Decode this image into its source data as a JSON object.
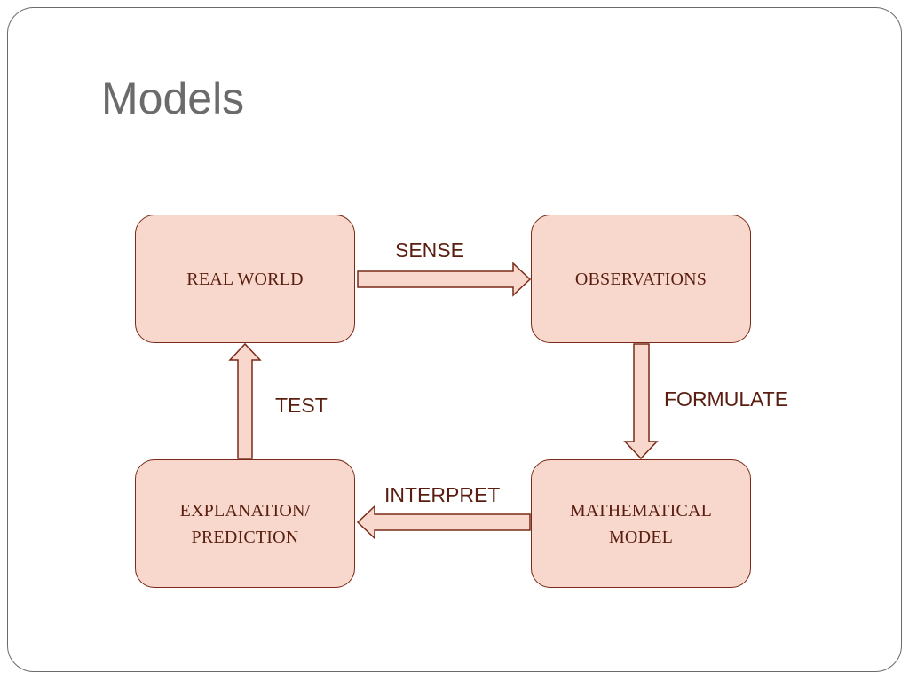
{
  "slide": {
    "title": "Models"
  },
  "diagram": {
    "nodes": {
      "real_world": "REAL WORLD",
      "observations": "OBSERVATIONS",
      "explanation": "EXPLANATION/\nPREDICTION",
      "mathematical_model": "MATHEMATICAL\nMODEL"
    },
    "edges": {
      "sense": "SENSE",
      "formulate": "FORMULATE",
      "interpret": "INTERPRET",
      "test": "TEST"
    }
  },
  "colors": {
    "box_fill": "#f8d8cc",
    "box_border": "#7a2a18",
    "text": "#5a1e10",
    "title": "#6b6b6b"
  }
}
